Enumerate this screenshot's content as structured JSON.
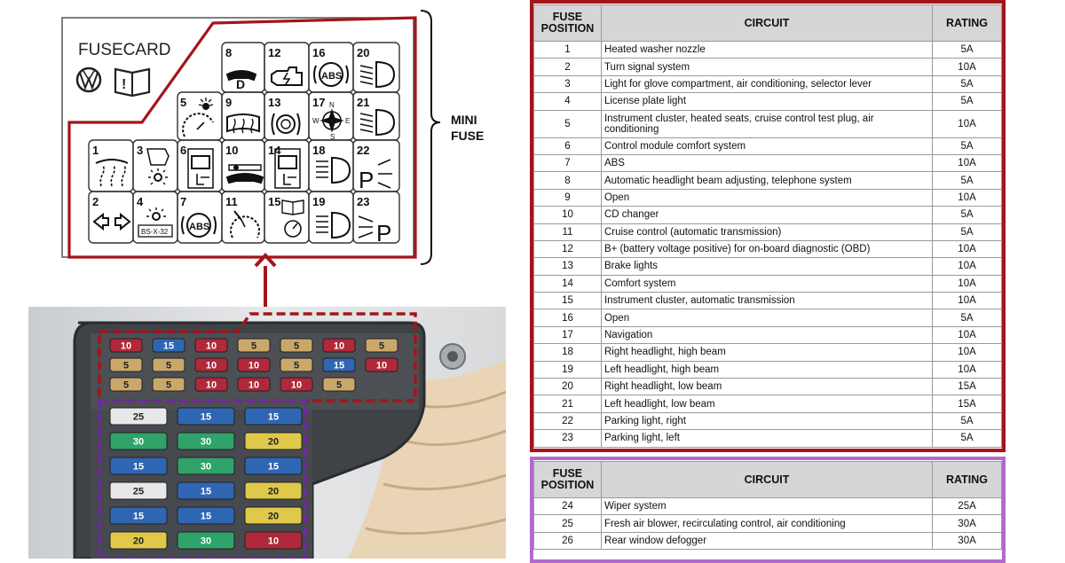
{
  "fusecard": {
    "title": "FUSECARD",
    "bracket_label_line1": "MINI",
    "bracket_label_line2": "FUSE",
    "sticker_text": "BS-X-32",
    "cells": [
      {
        "n": "1",
        "icon": "windshield-heater-icon"
      },
      {
        "n": "2",
        "icon": "turn-signal-icon"
      },
      {
        "n": "3",
        "icon": "glove-box-light-icon"
      },
      {
        "n": "4",
        "icon": "plate-light-icon"
      },
      {
        "n": "5",
        "icon": "instrument-light-icon"
      },
      {
        "n": "6",
        "icon": "seat-heater-icon"
      },
      {
        "n": "7",
        "icon": "abs-icon"
      },
      {
        "n": "8",
        "icon": "phone-d-icon"
      },
      {
        "n": "9",
        "icon": "rear-defog-icon"
      },
      {
        "n": "10",
        "icon": "cd-phone-icon"
      },
      {
        "n": "11",
        "icon": "cruise-gauge-icon"
      },
      {
        "n": "12",
        "icon": "obd-engine-icon"
      },
      {
        "n": "13",
        "icon": "brake-light-icon"
      },
      {
        "n": "14",
        "icon": "comfort-door-icon"
      },
      {
        "n": "15",
        "icon": "cluster-book-icon"
      },
      {
        "n": "16",
        "icon": "abs-icon"
      },
      {
        "n": "17",
        "icon": "compass-icon"
      },
      {
        "n": "18",
        "icon": "high-beam-icon"
      },
      {
        "n": "19",
        "icon": "high-beam-icon"
      },
      {
        "n": "20",
        "icon": "low-beam-icon"
      },
      {
        "n": "21",
        "icon": "low-beam-icon"
      },
      {
        "n": "22",
        "icon": "parking-light-right-icon"
      },
      {
        "n": "23",
        "icon": "parking-light-left-icon"
      }
    ],
    "compass": {
      "n": "N",
      "e": "E",
      "s": "S",
      "w": "W"
    },
    "abs_text": "ABS",
    "phone_letter": "D",
    "parking_letter": "P"
  },
  "photo": {
    "mini_fuse_labels": [
      "10",
      "15",
      "10",
      "5",
      "5",
      "10",
      "5",
      "5",
      "5",
      "10",
      "10",
      "5",
      "15",
      "10",
      "5",
      "5",
      "10",
      "10",
      "10",
      "5"
    ],
    "maxi_fuse_labels": [
      "25",
      "15",
      "15",
      "30",
      "30",
      "20",
      "15",
      "30",
      "15",
      "25",
      "15",
      "20",
      "15",
      "15",
      "20",
      "20",
      "30",
      "10"
    ]
  },
  "colors": {
    "mini_frame": "#a3151b",
    "maxi_frame": "#b06ad0",
    "arrow": "#a3151b",
    "header_bg": "#d6d6d6"
  },
  "mini_table": {
    "headers": {
      "position_line1": "FUSE",
      "position_line2": "POSITION",
      "circuit": "CIRCUIT",
      "rating": "RATING"
    },
    "rows": [
      [
        "1",
        "Heated washer nozzle",
        "5A"
      ],
      [
        "2",
        "Turn signal system",
        "10A"
      ],
      [
        "3",
        "Light for glove compartment, air conditioning, selector lever",
        "5A"
      ],
      [
        "4",
        "License plate light",
        "5A"
      ],
      [
        "5",
        "Instrument cluster, heated seats, cruise control test plug, air conditioning",
        "10A"
      ],
      [
        "6",
        "Control module comfort system",
        "5A"
      ],
      [
        "7",
        "ABS",
        "10A"
      ],
      [
        "8",
        "Automatic headlight beam adjusting, telephone system",
        "5A"
      ],
      [
        "9",
        "Open",
        "10A"
      ],
      [
        "10",
        "CD changer",
        "5A"
      ],
      [
        "11",
        "Cruise control (automatic transmission)",
        "5A"
      ],
      [
        "12",
        "B+ (battery voltage positive) for on-board diagnostic (OBD)",
        "10A"
      ],
      [
        "13",
        "Brake lights",
        "10A"
      ],
      [
        "14",
        "Comfort system",
        "10A"
      ],
      [
        "15",
        "Instrument cluster, automatic transmission",
        "10A"
      ],
      [
        "16",
        "Open",
        "5A"
      ],
      [
        "17",
        "Navigation",
        "10A"
      ],
      [
        "18",
        "Right headlight, high beam",
        "10A"
      ],
      [
        "19",
        "Left headlight, high beam",
        "10A"
      ],
      [
        "20",
        "Right headlight, low beam",
        "15A"
      ],
      [
        "21",
        "Left headlight, low beam",
        "15A"
      ],
      [
        "22",
        "Parking light, right",
        "5A"
      ],
      [
        "23",
        "Parking light, left",
        "5A"
      ]
    ]
  },
  "maxi_table": {
    "headers": {
      "position_line1": "FUSE",
      "position_line2": "POSITION",
      "circuit": "CIRCUIT",
      "rating": "RATING"
    },
    "rows": [
      [
        "24",
        "Wiper system",
        "25A"
      ],
      [
        "25",
        "Fresh air blower, recirculating control, air conditioning",
        "30A"
      ],
      [
        "26",
        "Rear window defogger",
        "30A"
      ]
    ]
  }
}
